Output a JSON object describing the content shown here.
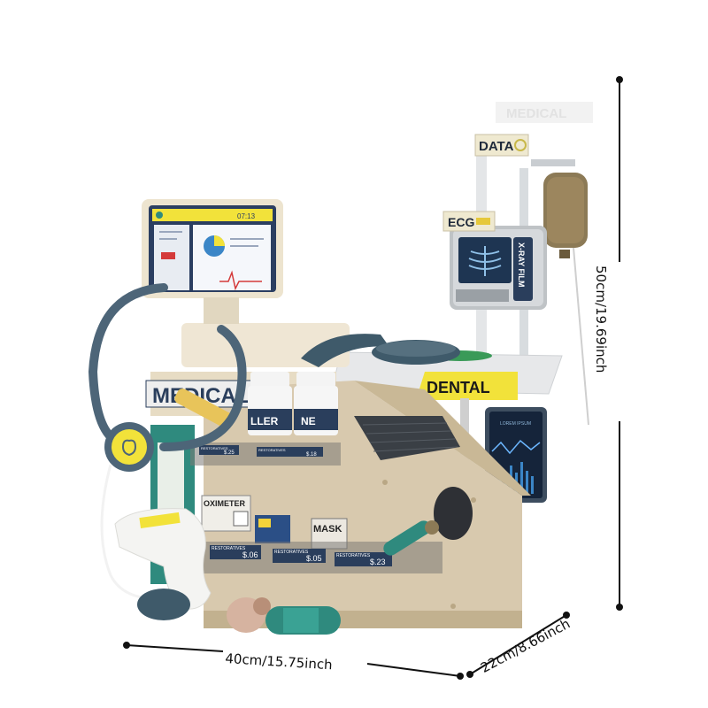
{
  "dimensions": {
    "width": "40cm/15.75inch",
    "depth": "22cm/8.66inch",
    "height": "50cm/19.69inch"
  },
  "toy_labels": {
    "medical_sign": "MEDICAL",
    "data_sign": "DATA",
    "ecg_sign": "ECG",
    "xray_label": "X-RAY FILM",
    "dental_sign": "DENTAL",
    "medical_side": "MEDICAL",
    "bottle_left": "LLER",
    "bottle_right": "NE",
    "oximeter_box": "OXIMETER",
    "mask_box": "MASK",
    "shelf_tag_1": "RESTORATIVES",
    "shelf_tag_2": "RESTORATIVES",
    "shelf_tag_3": "RESTORATIVES",
    "shelf_tag_4": "RESTORATIVES",
    "shelf_tag_5": "RESTORATIVES",
    "price_1": "$.25",
    "price_2": "$.18",
    "price_3": "$.06",
    "price_4": "$.05",
    "price_5": "$.23",
    "monitor_time": "07:13",
    "tablet_title": "LOREM IPSUM"
  },
  "colors": {
    "beige": "#d8c9ae",
    "navy": "#2a3e5c",
    "slate": "#4d6578",
    "teal": "#2f8a7e",
    "yellow": "#f2e23a",
    "cream": "#efe6d4"
  }
}
